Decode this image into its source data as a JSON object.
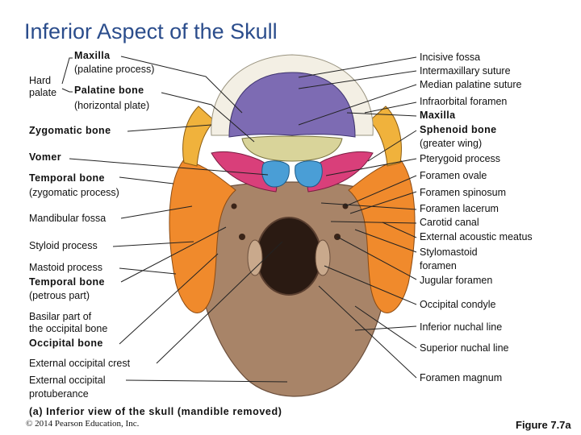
{
  "title": "Inferior Aspect of the Skull",
  "left_labels": {
    "hard_palate": "Hard\npalate",
    "maxilla": "Maxilla",
    "maxilla_sub": "(palatine process)",
    "palatine": "Palatine bone",
    "palatine_sub": "(horizontal plate)",
    "zygomatic": "Zygomatic bone",
    "vomer": "Vomer",
    "temporal_zyg": "Temporal bone",
    "temporal_zyg_sub": "(zygomatic process)",
    "mandibular_fossa": "Mandibular fossa",
    "styloid": "Styloid process",
    "mastoid": "Mastoid process",
    "temporal_pet": "Temporal bone",
    "temporal_pet_sub": "(petrous part)",
    "basilar": "Basilar part of",
    "basilar_2": "the occipital bone",
    "occipital": "Occipital bone",
    "ext_crest": "External occipital crest",
    "ext_prot": "External occipital",
    "ext_prot_2": "protuberance"
  },
  "right_labels": {
    "incisive": "Incisive fossa",
    "intermax": "Intermaxillary suture",
    "median_pal": "Median palatine suture",
    "infraorbital": "Infraorbital foramen",
    "maxilla": "Maxilla",
    "sphenoid": "Sphenoid bone",
    "sphenoid_sub": "(greater wing)",
    "pterygoid": "Pterygoid process",
    "f_ovale": "Foramen ovale",
    "f_spinosum": "Foramen spinosum",
    "f_lacerum": "Foramen lacerum",
    "carotid": "Carotid canal",
    "ext_acoustic": "External acoustic meatus",
    "stylomastoid": "Stylomastoid",
    "stylomastoid_2": "foramen",
    "jugular": "Jugular foramen",
    "occ_condyle": "Occipital condyle",
    "inf_nuchal": "Inferior nuchal line",
    "sup_nuchal": "Superior nuchal line",
    "f_magnum": "Foramen magnum"
  },
  "caption": "(a) Inferior view of the skull (mandible removed)",
  "credit": "© 2014 Pearson Education, Inc.",
  "figure": "Figure 7.7a",
  "colors": {
    "title": "#2b4d8c",
    "maxilla": "#7d6bb3",
    "palatine": "#d9d49a",
    "sphenoid": "#d93f7a",
    "zygomatic": "#f0b23c",
    "temporal": "#f08a2c",
    "occipital": "#a88468",
    "vomer": "#4a9ed6",
    "teeth": "#f3efe4",
    "leader": "#222222"
  }
}
